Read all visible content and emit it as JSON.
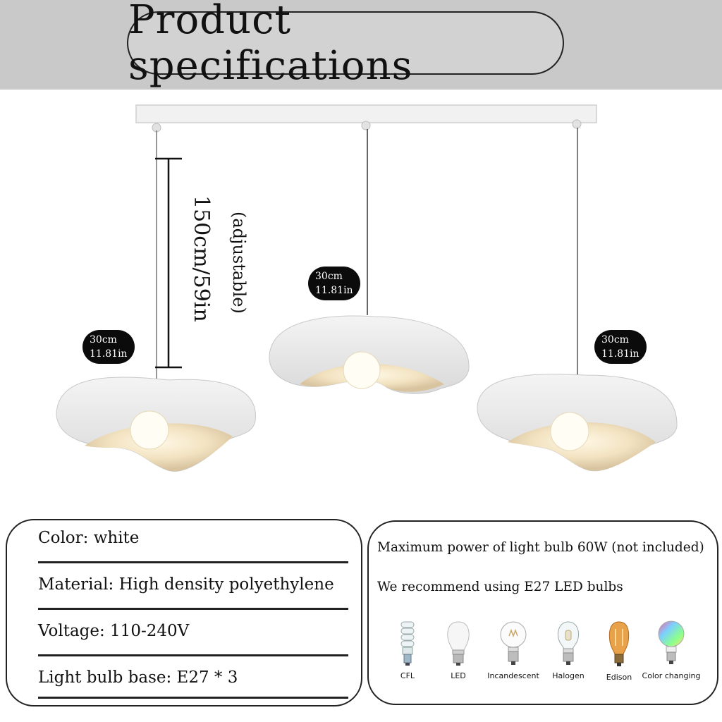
{
  "header": {
    "title": "Product specifications"
  },
  "diagram": {
    "cable_length": "150cm/59in",
    "adjustable_note": "(adjustable)",
    "shade_sizes": [
      {
        "cm": "30cm",
        "in": "11.81in"
      },
      {
        "cm": "30cm",
        "in": "11.81in"
      },
      {
        "cm": "30cm",
        "in": "11.81in"
      }
    ]
  },
  "specs": [
    {
      "text": "Color: white"
    },
    {
      "text": "Material: High density polyethylene"
    },
    {
      "text": "Voltage: 110-240V"
    },
    {
      "text": "Light bulb base: E27 * 3"
    }
  ],
  "bulb_info": {
    "max_power": "Maximum power of light bulb 60W (not included)",
    "recommend": "We recommend using E27 LED bulbs",
    "bulbs": [
      {
        "label": "CFL",
        "icon": "cfl-bulb-icon"
      },
      {
        "label": "LED",
        "icon": "led-bulb-icon"
      },
      {
        "label": "Incandescent",
        "icon": "incandescent-bulb-icon"
      },
      {
        "label": "Halogen",
        "icon": "halogen-bulb-icon"
      },
      {
        "label": "Edison",
        "icon": "edison-bulb-icon"
      },
      {
        "label": "Color changing",
        "icon": "color-changing-bulb-icon"
      }
    ]
  },
  "colors": {
    "header_bg": "#c9c9c9",
    "lamp_white": "#eeeeee",
    "lamp_inner": "#f3e6cc"
  }
}
